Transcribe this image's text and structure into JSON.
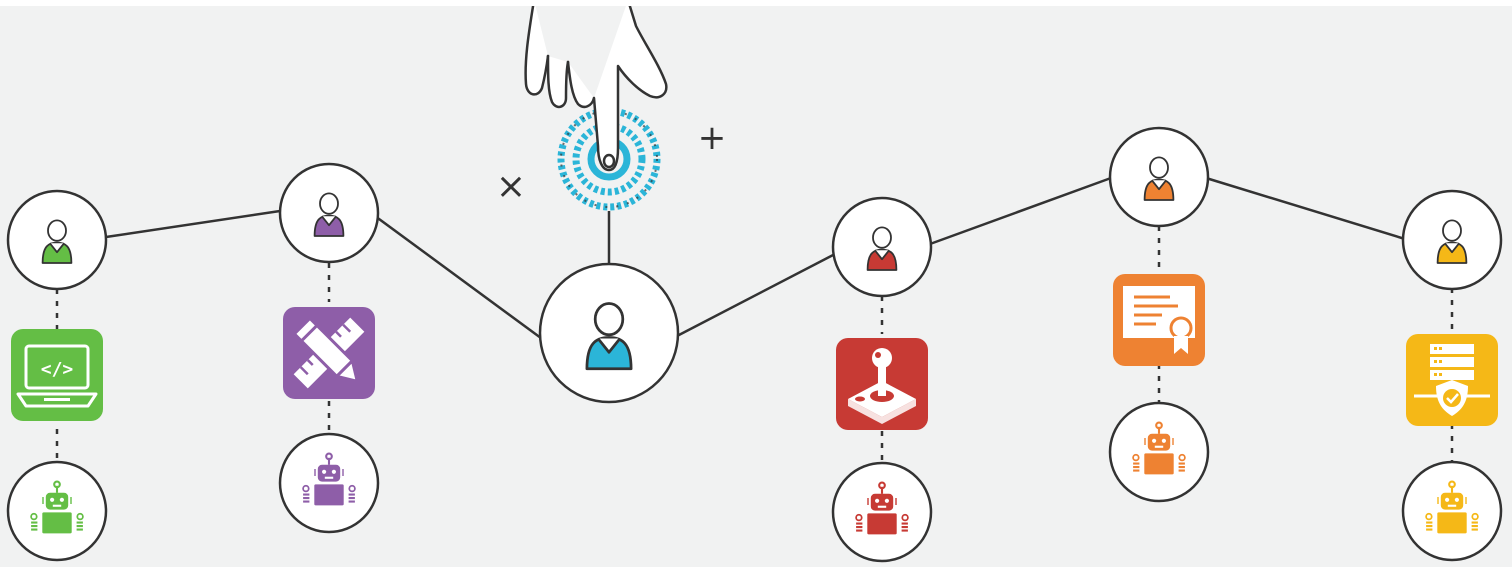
{
  "colors": {
    "background": "#f1f2f2",
    "line": "#333333",
    "target_ring": "#2bb5d8",
    "green": "#64be45",
    "purple": "#8e5ea8",
    "blue": "#2bb5d8",
    "red": "#c73a34",
    "orange": "#ee8232",
    "yellow": "#f5b817"
  },
  "nodes": [
    {
      "id": "green",
      "color": "#64be45",
      "tool_icon": "laptop-code-icon",
      "code_glyph": "</>"
    },
    {
      "id": "purple",
      "color": "#8e5ea8",
      "tool_icon": "ruler-pencil-icon"
    },
    {
      "id": "center",
      "color": "#2bb5d8",
      "tool_icon": "target-touch-icon"
    },
    {
      "id": "red",
      "color": "#c73a34",
      "tool_icon": "joystick-icon"
    },
    {
      "id": "orange",
      "color": "#ee8232",
      "tool_icon": "certificate-icon"
    },
    {
      "id": "yellow",
      "color": "#f5b817",
      "tool_icon": "server-shield-icon"
    }
  ],
  "decorations": {
    "cross_glyph": "×",
    "plus_glyph": "+"
  }
}
